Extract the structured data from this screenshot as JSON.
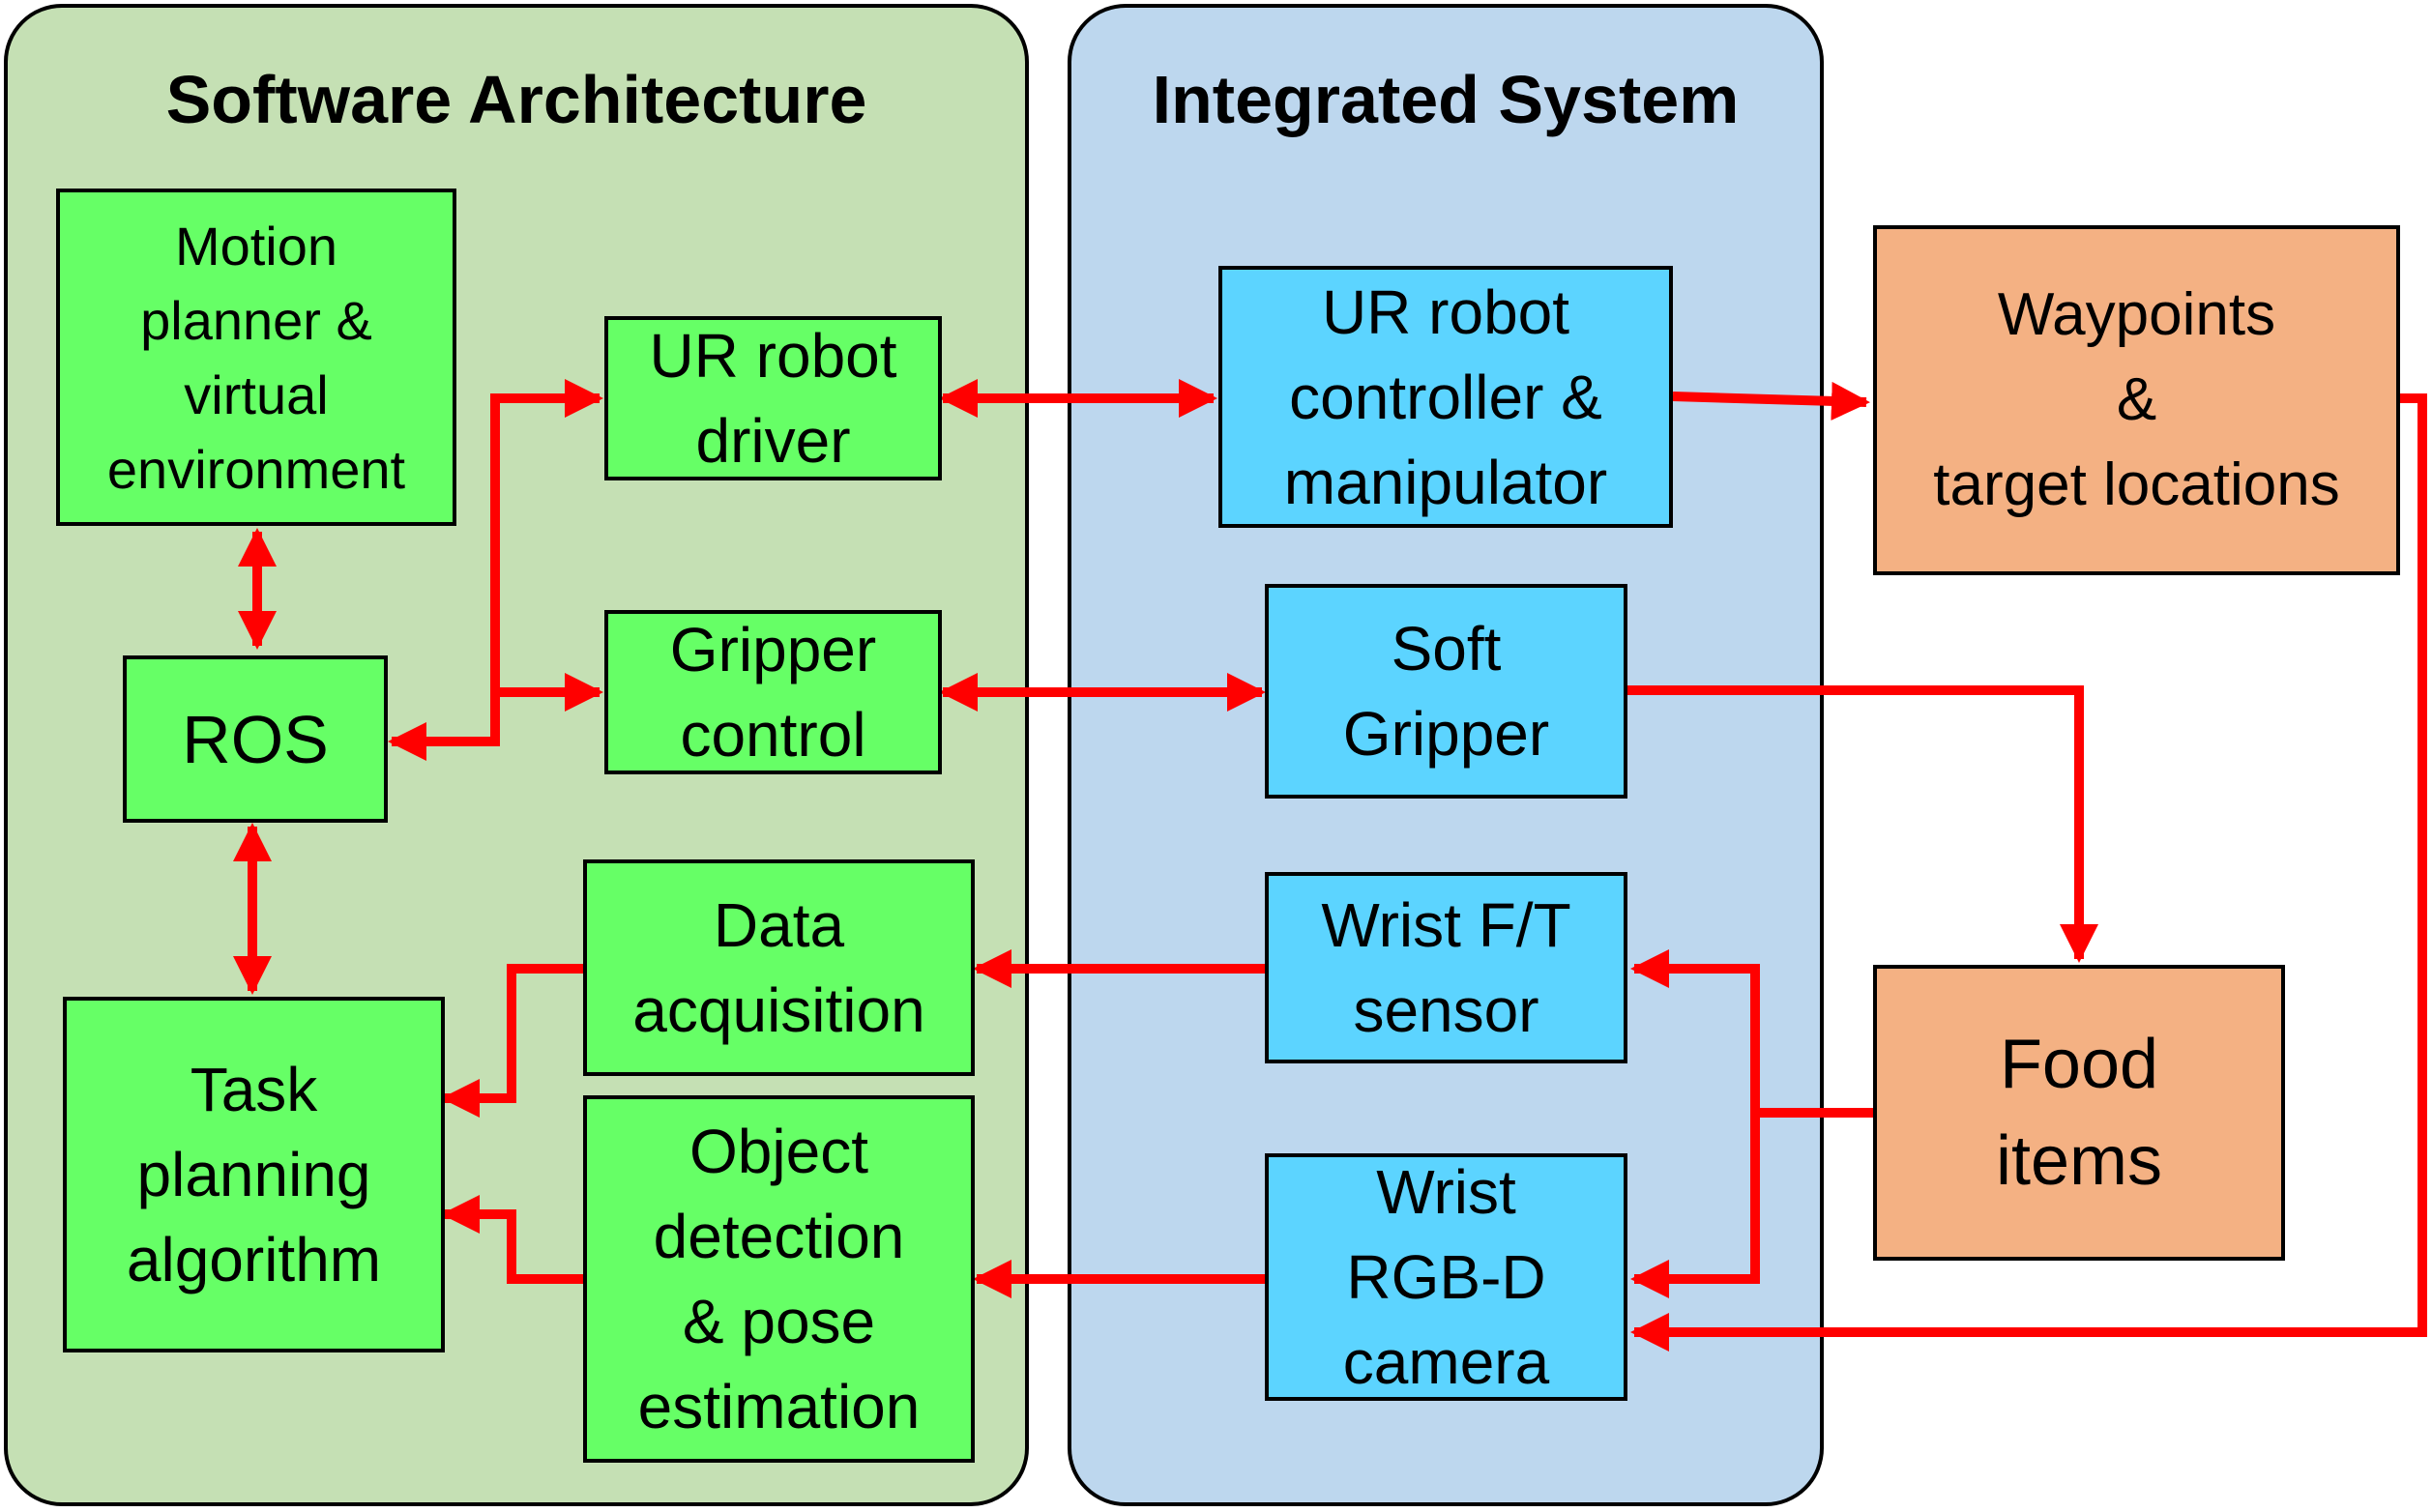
{
  "panels": {
    "software_architecture": "Software Architecture",
    "integrated_system": "Integrated System"
  },
  "boxes": {
    "motion_planner": "Motion\nplanner &\nvirtual\nenvironment",
    "ros": "ROS",
    "task_planning": "Task\nplanning\nalgorithm",
    "ur_robot_driver": "UR robot\ndriver",
    "gripper_control": "Gripper\ncontrol",
    "data_acquisition": "Data\nacquisition",
    "object_detection": "Object\ndetection\n& pose\nestimation",
    "ur_robot_controller": "UR robot\ncontroller &\nmanipulator",
    "soft_gripper": "Soft\nGripper",
    "wrist_ft_sensor": "Wrist F/T\nsensor",
    "wrist_rgbd_camera": "Wrist\nRGB-D\ncamera",
    "waypoints": "Waypoints\n&\ntarget locations",
    "food_items": "Food\nitems"
  },
  "colors": {
    "software_panel": "#c5e0b4",
    "integrated_panel": "#bdd7ee",
    "green_box": "#66ff66",
    "blue_box": "#5cd4ff",
    "orange_box": "#f4b183",
    "arrow": "#ff0000"
  }
}
